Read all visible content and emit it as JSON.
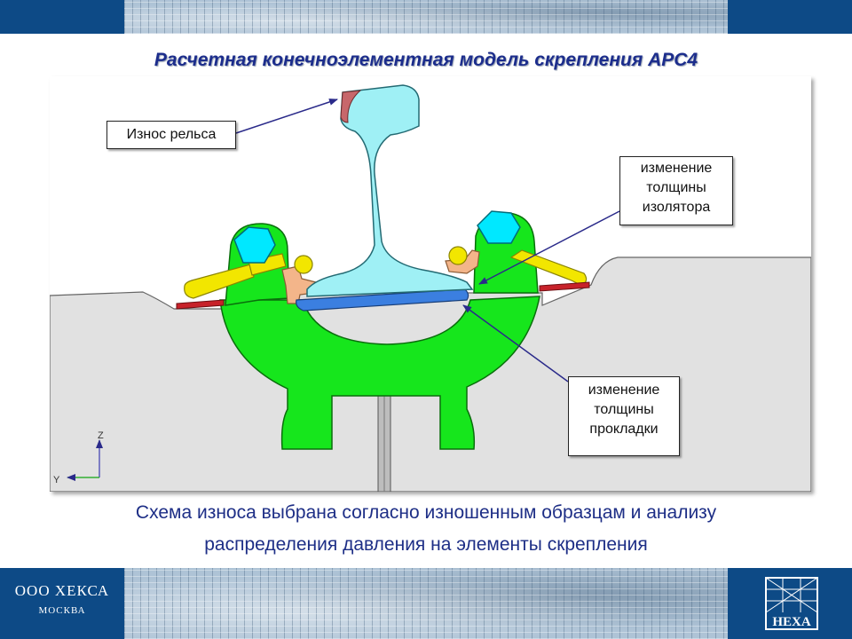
{
  "slide": {
    "title": "Расчетная конечноэлементная модель скрепления АРС4",
    "caption_line1": "Схема износа выбрана согласно изношенным образцам и анализу",
    "caption_line2": "распределения давления на элементы скрепления"
  },
  "callouts": {
    "rail_wear": "Износ рельса",
    "insulator": [
      "изменение",
      "толщины",
      "изолятора"
    ],
    "pad": [
      "изменение",
      "толщины",
      "прокладки"
    ]
  },
  "axes": {
    "z_label": "Z",
    "y_label": "Y"
  },
  "footer": {
    "company": "ООО ХЕКСА",
    "city": "МОСКВА",
    "logo_text": "HEXA"
  },
  "colors": {
    "band": "#0d4a86",
    "title": "#1c2d8c",
    "rail": "#9ff0f5",
    "rail_wear": "#c7676b",
    "sleeper": "#16e61c",
    "pad": "#3b7fe0",
    "clip": "#f2e600",
    "bolt_head": "#00e8ff",
    "insulator": "#f3b58a",
    "ground": "#e1e1e1",
    "pointer": "#2a2a8a"
  }
}
